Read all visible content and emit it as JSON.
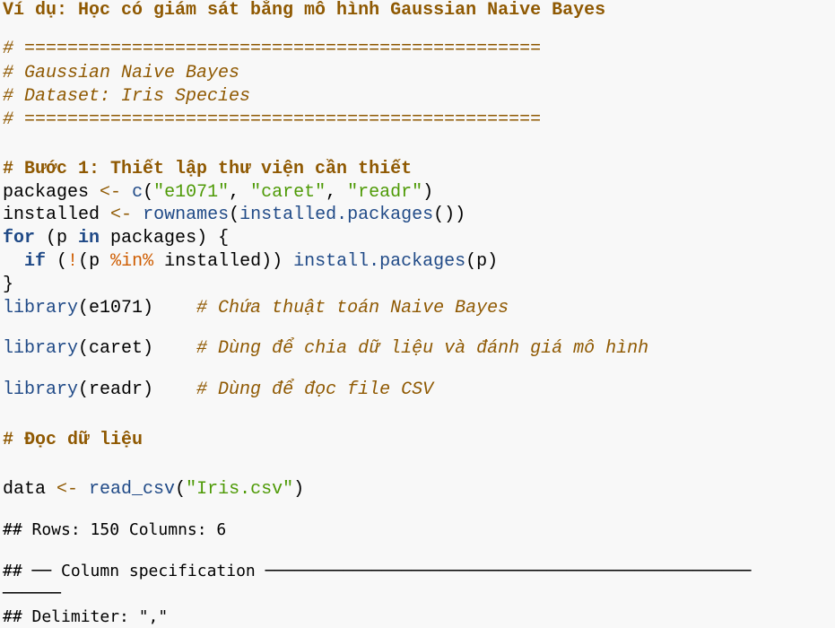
{
  "title": "Ví dụ: Học có giám sát bằng mô hình Gaussian Naive Bayes",
  "code_lines": [
    [
      [
        "c",
        "# ================================================"
      ]
    ],
    [
      [
        "c",
        "# Gaussian Naive Bayes"
      ]
    ],
    [
      [
        "c",
        "# Dataset: Iris Species"
      ]
    ],
    [
      [
        "c",
        "# ================================================"
      ]
    ],
    [
      [
        "cb",
        "# Bước 1: Thiết lập thư viện cần thiết"
      ]
    ],
    [
      [
        "n",
        "packages "
      ],
      [
        "op",
        "<-"
      ],
      [
        "n",
        " "
      ],
      [
        "f",
        "c"
      ],
      [
        "n",
        "("
      ],
      [
        "s",
        "\"e1071\""
      ],
      [
        "n",
        ", "
      ],
      [
        "s",
        "\"caret\""
      ],
      [
        "n",
        ", "
      ],
      [
        "s",
        "\"readr\""
      ],
      [
        "n",
        ")"
      ]
    ],
    [
      [
        "n",
        "installed "
      ],
      [
        "op",
        "<-"
      ],
      [
        "n",
        " "
      ],
      [
        "f",
        "rownames"
      ],
      [
        "n",
        "("
      ],
      [
        "f",
        "installed.packages"
      ],
      [
        "n",
        "())"
      ]
    ],
    [
      [
        "k",
        "for"
      ],
      [
        "n",
        " (p "
      ],
      [
        "k",
        "in"
      ],
      [
        "n",
        " packages) {"
      ]
    ],
    [
      [
        "n",
        "  "
      ],
      [
        "k",
        "if"
      ],
      [
        "n",
        " ("
      ],
      [
        "o",
        "!"
      ],
      [
        "n",
        "(p "
      ],
      [
        "o",
        "%in%"
      ],
      [
        "n",
        " installed)) "
      ],
      [
        "f",
        "install.packages"
      ],
      [
        "n",
        "(p)"
      ]
    ],
    [
      [
        "n",
        "}"
      ]
    ],
    [
      [
        "f",
        "library"
      ],
      [
        "n",
        "(e1071)    "
      ],
      [
        "c",
        "# Chứa thuật toán Naive Bayes"
      ]
    ],
    [
      [
        "f",
        "library"
      ],
      [
        "n",
        "(caret)    "
      ],
      [
        "c",
        "# Dùng để chia dữ liệu và đánh giá mô hình"
      ]
    ],
    [
      [
        "f",
        "library"
      ],
      [
        "n",
        "(readr)    "
      ],
      [
        "c",
        "# Dùng để đọc file CSV"
      ]
    ],
    [
      [
        "cb",
        "# Đọc dữ liệu"
      ]
    ],
    [
      [
        "n",
        "data "
      ],
      [
        "op",
        "<-"
      ],
      [
        "n",
        " "
      ],
      [
        "f",
        "read_csv"
      ],
      [
        "n",
        "("
      ],
      [
        "s",
        "\"Iris.csv\""
      ],
      [
        "n",
        ")"
      ]
    ]
  ],
  "output_lines": [
    "## Rows: 150 Columns: 6",
    "## ── Column specification ──────────────────────────────────────────────────",
    "──────",
    "## Delimiter: \",\""
  ]
}
